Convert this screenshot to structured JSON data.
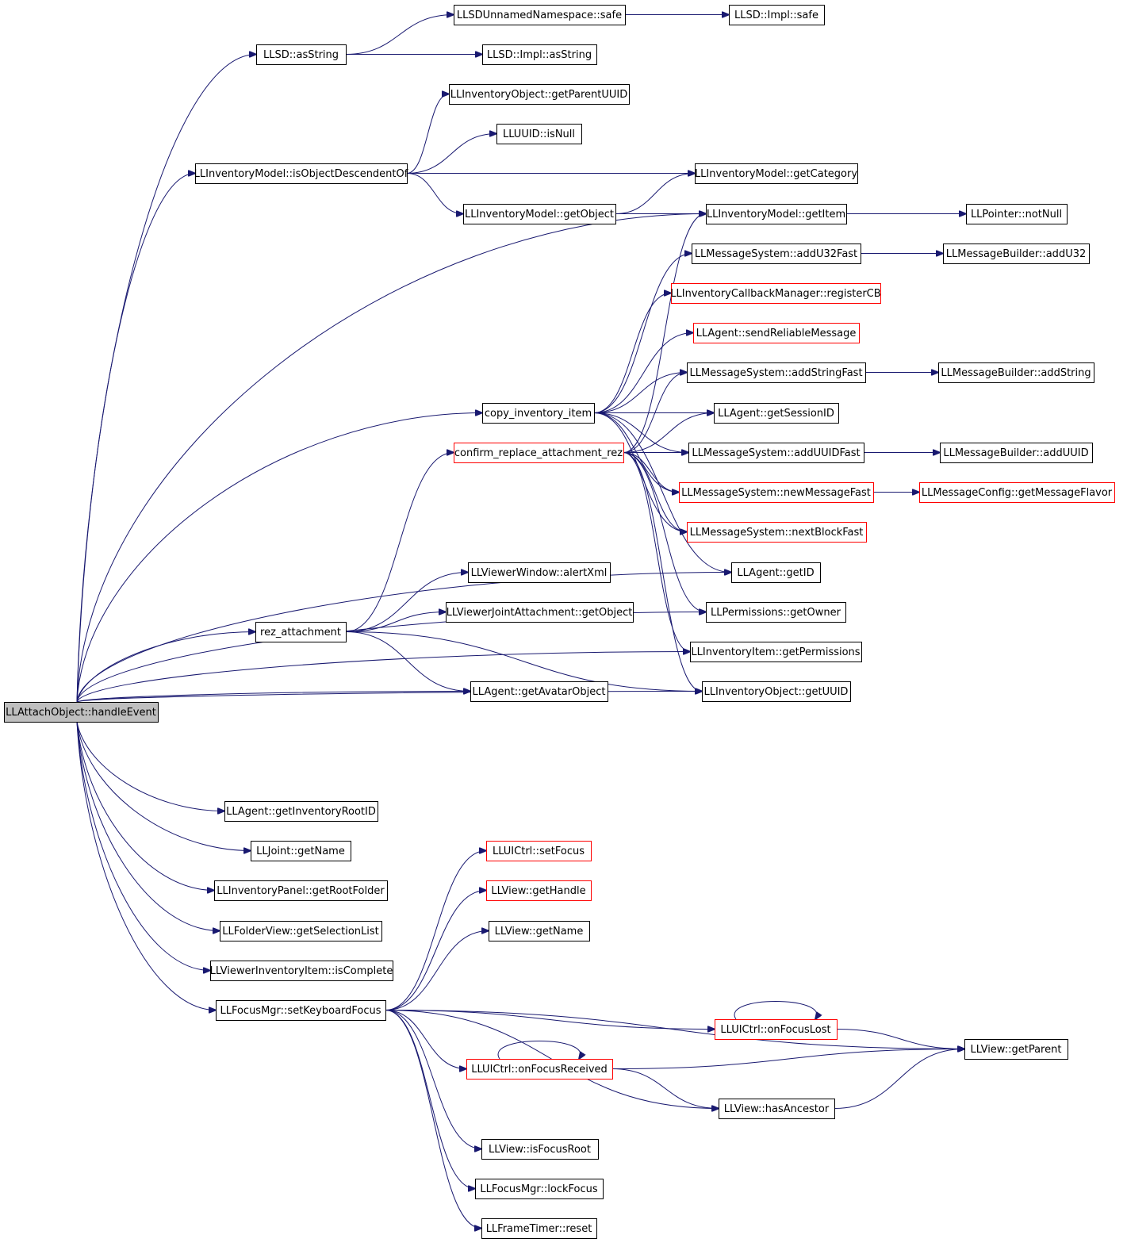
{
  "diagram": {
    "colors": {
      "edge": "#191970",
      "node_border": "#000000",
      "node_border_truncated": "#ff0000",
      "root_fill": "#bfbfbf",
      "background": "#ffffff"
    },
    "nodes": [
      {
        "id": "root",
        "label": "LLAttachObject::handleEvent",
        "style": "root"
      },
      {
        "id": "lldunnamed_safe",
        "label": "LLSDUnnamedNamespace::safe",
        "style": "normal"
      },
      {
        "id": "llsd_impl_safe",
        "label": "LLSD::Impl::safe",
        "style": "normal"
      },
      {
        "id": "llsd_asstring",
        "label": "LLSD::asString",
        "style": "normal"
      },
      {
        "id": "llsd_impl_asstring",
        "label": "LLSD::Impl::asString",
        "style": "normal"
      },
      {
        "id": "getparentuuid",
        "label": "LLInventoryObject::getParentUUID",
        "style": "normal"
      },
      {
        "id": "isnull",
        "label": "LLUUID::isNull",
        "style": "normal"
      },
      {
        "id": "isobjectdescendentof",
        "label": "LLInventoryModel::isObjectDescendentOf",
        "style": "normal"
      },
      {
        "id": "getcategory",
        "label": "LLInventoryModel::getCategory",
        "style": "normal"
      },
      {
        "id": "getobject_model",
        "label": "LLInventoryModel::getObject",
        "style": "normal"
      },
      {
        "id": "getitem",
        "label": "LLInventoryModel::getItem",
        "style": "normal"
      },
      {
        "id": "notnull",
        "label": "LLPointer::notNull",
        "style": "normal"
      },
      {
        "id": "addu32fast",
        "label": "LLMessageSystem::addU32Fast",
        "style": "normal"
      },
      {
        "id": "addu32",
        "label": "LLMessageBuilder::addU32",
        "style": "normal"
      },
      {
        "id": "registercb",
        "label": "LLInventoryCallbackManager::registerCB",
        "style": "truncated"
      },
      {
        "id": "sendreliable",
        "label": "LLAgent::sendReliableMessage",
        "style": "truncated"
      },
      {
        "id": "addstringfast",
        "label": "LLMessageSystem::addStringFast",
        "style": "normal"
      },
      {
        "id": "addstring",
        "label": "LLMessageBuilder::addString",
        "style": "normal"
      },
      {
        "id": "copy_inventory_item",
        "label": "copy_inventory_item",
        "style": "normal"
      },
      {
        "id": "getsessionid",
        "label": "LLAgent::getSessionID",
        "style": "normal"
      },
      {
        "id": "confirm_replace",
        "label": "confirm_replace_attachment_rez",
        "style": "truncated"
      },
      {
        "id": "adduuidfast",
        "label": "LLMessageSystem::addUUIDFast",
        "style": "normal"
      },
      {
        "id": "adduuid",
        "label": "LLMessageBuilder::addUUID",
        "style": "normal"
      },
      {
        "id": "newmessagefast",
        "label": "LLMessageSystem::newMessageFast",
        "style": "truncated"
      },
      {
        "id": "getmessageflavor",
        "label": "LLMessageConfig::getMessageFlavor",
        "style": "truncated"
      },
      {
        "id": "nextblockfast",
        "label": "LLMessageSystem::nextBlockFast",
        "style": "truncated"
      },
      {
        "id": "getid",
        "label": "LLAgent::getID",
        "style": "normal"
      },
      {
        "id": "alertxml",
        "label": "LLViewerWindow::alertXml",
        "style": "normal"
      },
      {
        "id": "getowner",
        "label": "LLPermissions::getOwner",
        "style": "normal"
      },
      {
        "id": "jointattach_getobject",
        "label": "LLViewerJointAttachment::getObject",
        "style": "normal"
      },
      {
        "id": "rez_attachment",
        "label": "rez_attachment",
        "style": "normal"
      },
      {
        "id": "getpermissions",
        "label": "LLInventoryItem::getPermissions",
        "style": "normal"
      },
      {
        "id": "getavatarobject",
        "label": "LLAgent::getAvatarObject",
        "style": "normal"
      },
      {
        "id": "getuuid",
        "label": "LLInventoryObject::getUUID",
        "style": "normal"
      },
      {
        "id": "getinventoryrootid",
        "label": "LLAgent::getInventoryRootID",
        "style": "normal"
      },
      {
        "id": "joint_getname",
        "label": "LLJoint::getName",
        "style": "normal"
      },
      {
        "id": "getrootfolder",
        "label": "LLInventoryPanel::getRootFolder",
        "style": "normal"
      },
      {
        "id": "setfocus",
        "label": "LLUICtrl::setFocus",
        "style": "truncated"
      },
      {
        "id": "gethandle",
        "label": "LLView::getHandle",
        "style": "truncated"
      },
      {
        "id": "getselectionlist",
        "label": "LLFolderView::getSelectionList",
        "style": "normal"
      },
      {
        "id": "view_getname",
        "label": "LLView::getName",
        "style": "normal"
      },
      {
        "id": "iscomplete",
        "label": "LLViewerInventoryItem::isComplete",
        "style": "normal"
      },
      {
        "id": "setkeyboardfocus",
        "label": "LLFocusMgr::setKeyboardFocus",
        "style": "normal"
      },
      {
        "id": "onfocuslost",
        "label": "LLUICtrl::onFocusLost",
        "style": "truncated"
      },
      {
        "id": "getparent",
        "label": "LLView::getParent",
        "style": "normal"
      },
      {
        "id": "onfocusreceived",
        "label": "LLUICtrl::onFocusReceived",
        "style": "truncated"
      },
      {
        "id": "hasancestor",
        "label": "LLView::hasAncestor",
        "style": "normal"
      },
      {
        "id": "isfocusroot",
        "label": "LLView::isFocusRoot",
        "style": "normal"
      },
      {
        "id": "lockfocus",
        "label": "LLFocusMgr::lockFocus",
        "style": "normal"
      },
      {
        "id": "frametimer_reset",
        "label": "LLFrameTimer::reset",
        "style": "normal"
      }
    ],
    "edges": [
      [
        "root",
        "llsd_asstring"
      ],
      [
        "root",
        "isobjectdescendentof"
      ],
      [
        "root",
        "getitem"
      ],
      [
        "root",
        "copy_inventory_item"
      ],
      [
        "root",
        "getid"
      ],
      [
        "root",
        "getowner"
      ],
      [
        "root",
        "rez_attachment"
      ],
      [
        "root",
        "getavatarobject"
      ],
      [
        "root",
        "getpermissions"
      ],
      [
        "root",
        "getuuid"
      ],
      [
        "root",
        "getinventoryrootid"
      ],
      [
        "root",
        "joint_getname"
      ],
      [
        "root",
        "getrootfolder"
      ],
      [
        "root",
        "getselectionlist"
      ],
      [
        "root",
        "iscomplete"
      ],
      [
        "root",
        "setkeyboardfocus"
      ],
      [
        "llsd_asstring",
        "lldunnamed_safe"
      ],
      [
        "llsd_asstring",
        "llsd_impl_asstring"
      ],
      [
        "lldunnamed_safe",
        "llsd_impl_safe"
      ],
      [
        "isobjectdescendentof",
        "getparentuuid"
      ],
      [
        "isobjectdescendentof",
        "isnull"
      ],
      [
        "isobjectdescendentof",
        "getcategory"
      ],
      [
        "isobjectdescendentof",
        "getobject_model"
      ],
      [
        "getobject_model",
        "getcategory"
      ],
      [
        "getobject_model",
        "getitem"
      ],
      [
        "getitem",
        "notnull"
      ],
      [
        "copy_inventory_item",
        "addu32fast"
      ],
      [
        "copy_inventory_item",
        "registercb"
      ],
      [
        "copy_inventory_item",
        "sendreliable"
      ],
      [
        "copy_inventory_item",
        "addstringfast"
      ],
      [
        "copy_inventory_item",
        "getsessionid"
      ],
      [
        "copy_inventory_item",
        "adduuidfast"
      ],
      [
        "copy_inventory_item",
        "newmessagefast"
      ],
      [
        "copy_inventory_item",
        "nextblockfast"
      ],
      [
        "copy_inventory_item",
        "getid"
      ],
      [
        "confirm_replace",
        "getitem"
      ],
      [
        "confirm_replace",
        "addstringfast"
      ],
      [
        "confirm_replace",
        "getsessionid"
      ],
      [
        "confirm_replace",
        "adduuidfast"
      ],
      [
        "confirm_replace",
        "newmessagefast"
      ],
      [
        "confirm_replace",
        "nextblockfast"
      ],
      [
        "confirm_replace",
        "getowner"
      ],
      [
        "confirm_replace",
        "getpermissions"
      ],
      [
        "confirm_replace",
        "getuuid"
      ],
      [
        "addu32fast",
        "addu32"
      ],
      [
        "addstringfast",
        "addstring"
      ],
      [
        "adduuidfast",
        "adduuid"
      ],
      [
        "newmessagefast",
        "getmessageflavor"
      ],
      [
        "rez_attachment",
        "confirm_replace"
      ],
      [
        "rez_attachment",
        "alertxml"
      ],
      [
        "rez_attachment",
        "jointattach_getobject"
      ],
      [
        "rez_attachment",
        "getavatarobject"
      ],
      [
        "rez_attachment",
        "getuuid"
      ],
      [
        "setkeyboardfocus",
        "setfocus"
      ],
      [
        "setkeyboardfocus",
        "gethandle"
      ],
      [
        "setkeyboardfocus",
        "view_getname"
      ],
      [
        "setkeyboardfocus",
        "getparent"
      ],
      [
        "setkeyboardfocus",
        "onfocuslost"
      ],
      [
        "setkeyboardfocus",
        "onfocusreceived"
      ],
      [
        "setkeyboardfocus",
        "hasancestor"
      ],
      [
        "setkeyboardfocus",
        "isfocusroot"
      ],
      [
        "setkeyboardfocus",
        "lockfocus"
      ],
      [
        "setkeyboardfocus",
        "frametimer_reset"
      ],
      [
        "onfocuslost",
        "getparent"
      ],
      [
        "onfocuslost",
        "onfocuslost"
      ],
      [
        "onfocusreceived",
        "getparent"
      ],
      [
        "onfocusreceived",
        "hasancestor"
      ],
      [
        "onfocusreceived",
        "onfocusreceived"
      ],
      [
        "hasancestor",
        "getparent"
      ]
    ]
  }
}
